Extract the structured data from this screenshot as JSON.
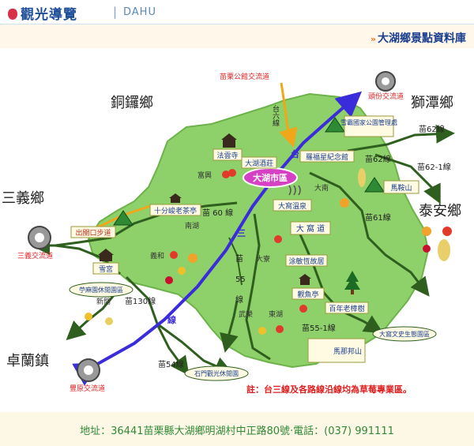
{
  "header": {
    "title": "觀光導覽",
    "separator": "|",
    "subtitle": "DAHU"
  },
  "subheader": {
    "title": "大湖鄉景點資料庫",
    "arrow": "»"
  },
  "regions": {
    "tongluo": "銅鑼鄉",
    "shitan": "獅潭鄉",
    "sanyi": "三義鄉",
    "taian": "泰安鄉",
    "zhuolan": "卓蘭鎮"
  },
  "interchanges": {
    "gongguan": "苗栗公館交流道",
    "toufen": "頭份交流道",
    "sanyi": "三義交流道",
    "fengyuan": "豐原交流道"
  },
  "roads": {
    "tai6": "台六線",
    "tai3_a": "台",
    "tai3_b": "三",
    "tai3_c": "線",
    "miao62a": "苗62線",
    "miao62b": "苗62線",
    "miao62_1": "苗62-1線",
    "miao60": "苗 60 線",
    "miao61": "苗61線",
    "miao55_a": "苗",
    "miao55_b": "55",
    "miao55_c": "線",
    "miao55_1": "苗55-1線",
    "miao130": "苗130線",
    "miao54": "苗54線"
  },
  "places": {
    "fuyun": "富興",
    "nanhu": "南湖",
    "yihe": "義和",
    "dazhai": "大寮",
    "xinkai": "新開",
    "wurong": "武榮",
    "donghu": "東湖",
    "danan": "大南"
  },
  "attractions": {
    "fayunsi": "法雲寺",
    "dahujiuzhuang": "大湖酒莊",
    "luofuxing": "羅福星紀念館",
    "xuebapark": "雪霸國家公園管理處",
    "ciyunshan": "馬鞍山",
    "dahushiqu": "大湖市區",
    "dawowenquan": "大窩溫泉",
    "shifenjun": "十分峻老茶亭",
    "chuguankou": "出關口步道",
    "dawodao": "大 窩 道",
    "tumanshi": "涂敏恆故居",
    "zhuoyuting": "觀魚亭",
    "bainianlaozhangshu": "百年老樟樹",
    "xitianmen": "苧麻園休閒園區",
    "xuegong": "雪宮",
    "dawoecology": "大窩文史生態園區",
    "mananshan": "馬那邦山",
    "shimenpark": "石門觀光休閒園"
  },
  "note": "註：台三線及各路線沿線均為草莓專業區。",
  "footer": {
    "address": "地址：36441苗栗縣大湖鄉明湖村中正路80號‧電話：(037) 991111"
  },
  "colors": {
    "land": "#8ed16a",
    "land_stroke": "#6db24a",
    "road": "#2f5f1e",
    "highway": "#3a2cdb",
    "tai6": "#f2a61a",
    "city": "#d640c4",
    "note": "#e01d1d"
  }
}
